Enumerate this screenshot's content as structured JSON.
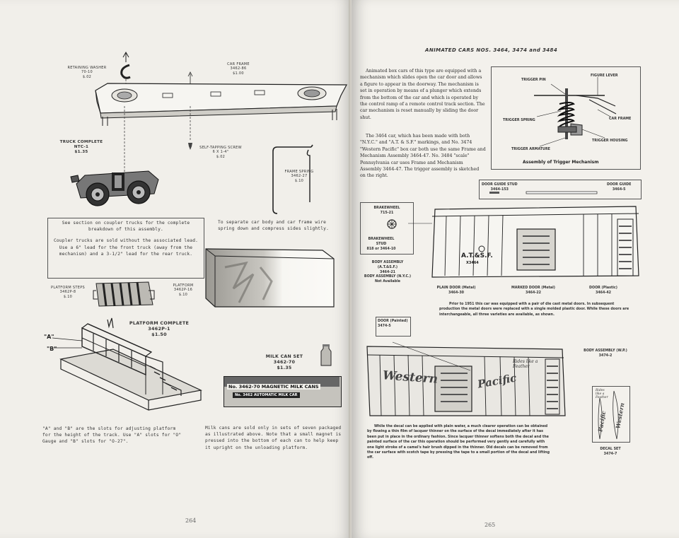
{
  "left_page": {
    "page_number": "264",
    "retaining_washer": {
      "name": "RETAINING WASHER",
      "part": "70-10",
      "price": "$.02"
    },
    "car_frame": {
      "name": "CAR FRAME",
      "part": "3462-86",
      "price": "$1.00"
    },
    "truck": {
      "name": "TRUCK COMPLETE",
      "part": "NTC-1",
      "price": "$1.35"
    },
    "screw": {
      "name": "SELF-TAPPING SCREW",
      "part": "6 X 1-4\"",
      "price": "$.02"
    },
    "frame_spring": {
      "name": "FRAME SPRING",
      "part": "3462-27",
      "price": "$.10"
    },
    "coupler_note_1": "See section on coupler trucks for the complete breakdown of this assembly.",
    "coupler_note_2": "Coupler trucks are sold without the associated lead. Use a 6\" lead for the front truck (away from the mechanism) and a 3-1/2\" lead for the rear truck.",
    "separate_note": "To separate car body and car frame wire spring down and compress sides slightly.",
    "platform_steps": {
      "name": "PLATFORM STEPS",
      "part": "3462P-8",
      "price": "$.10"
    },
    "platform": {
      "name": "PLATFORM",
      "part": "3462P-16",
      "price": "$.10"
    },
    "platform_complete": {
      "name": "PLATFORM COMPLETE",
      "part": "3462P-1",
      "price": "$1.50"
    },
    "label_a": "\"A\"",
    "label_b": "\"B\"",
    "milk_can_set": {
      "name": "MILK CAN SET",
      "part": "3462-70",
      "price": "$1.35"
    },
    "box_line1": "No. 3462-70 MAGNETIC MILK CANS",
    "box_line2": "No. 3462 AUTOMATIC MILK CAR",
    "slots_note": "\"A\" and \"B\" are the slots for adjusting platform for the height of the track. Use \"A\" slots for \"O\" Gauge and \"B\" slots for \"O-27\".",
    "milk_note": "Milk cans are sold only in sets of seven packaged as illustrated above. Note that a small magnet is pressed into the bottom of each can to help keep it upright on the unloading platform."
  },
  "right_page": {
    "page_number": "265",
    "header": "ANIMATED CARS NOS. 3464, 3474 and 3484",
    "para1": "Animated box cars of this type are equipped with a mechanism which slides open the car door and allows a figure to appear in the doorway. The mechanism is set in operation by means of a plunger which extends from the bottom of the car and which is operated by the control ramp of a remote control track section. The car mechanism is reset manually by sliding the door shut.",
    "para2": "The 3464 car, which has been made with both \"N.Y.C.\" and \"A.T. & S.F.\" markings, and No. 3474 \"Western Pacific\" box car both use the same Frame and Mechanism Assembly 3464-47. No. 3484 \"scale\" Pennsylvania car uses Frame and Mechanism Assembly 3464-47. The trigger assembly is sketched on the right.",
    "trigger": {
      "pin": "TRIGGER PIN",
      "figure_lever": "FIGURE LEVER",
      "spring": "TRIGGER SPRING",
      "car_frame": "CAR FRAME",
      "housing": "TRIGGER HOUSING",
      "armature": "TRIGGER ARMATURE",
      "caption": "Assembly of Trigger Mechanism"
    },
    "door_guide_stud": {
      "name": "DOOR GUIDE STUD",
      "part": "3464-153"
    },
    "door_guide": {
      "name": "DOOR GUIDE",
      "part": "3464-5"
    },
    "brakewheel": {
      "name": "BRAKEWHEEL",
      "part": "715-21"
    },
    "brakewheel_stud": {
      "name": "BRAKEWHEEL STUD",
      "part": "818 or 3464-10"
    },
    "body_atsf": {
      "name": "BODY ASSEMBLY (A.T.&S.F.)",
      "part": "3464-21"
    },
    "body_nyc": {
      "name": "BODY ASSEMBLY (N.Y.C.)",
      "part": "Not Available"
    },
    "car_marking": "A.T.&S.F.",
    "car_number": "X3464",
    "plain_door": {
      "name": "PLAIN DOOR (Metal)",
      "part": "3464-30"
    },
    "marked_door": {
      "name": "MARKED DOOR (Metal)",
      "part": "3464-22"
    },
    "plastic_door": {
      "name": "DOOR (Plastic)",
      "part": "3464-42"
    },
    "door_note": "Prior to 1951 this car was equipped with a pair of die cast metal doors. In subsequent production the metal doors were replaced with a single molded plastic door. While these doors are interchangeable, all three varieties are available, as shown.",
    "door_painted": {
      "name": "DOOR (Painted)",
      "part": "3474-5"
    },
    "body_wp": {
      "name": "BODY ASSEMBLY (W.P.)",
      "part": "3474-2"
    },
    "decal_set": {
      "name": "DECAL SET",
      "part": "3474-7"
    },
    "decal_note": "While the decal can be applied with plain water, a much clearer operation can be obtained by flowing a thin film of lacquer thinner on the surface of the decal immediately after it has been put in place in the ordinary fashion. Since lacquer thinner softens both the decal and the painted surface of the car this operation should be performed very gently and carefully with one light stroke of a camel's hair brush dipped in the thinner. Old decals can be removed from the car surface with scotch tape by pressing the tape to a small portion of the decal and lifting off.",
    "wp_text1": "Western",
    "wp_text2": "Pacific",
    "wp_slogan": "Rides like a Feather",
    "decal_text1": "Rides like a Feather",
    "decal_text2": "Pacific",
    "decal_text3": "Western"
  }
}
